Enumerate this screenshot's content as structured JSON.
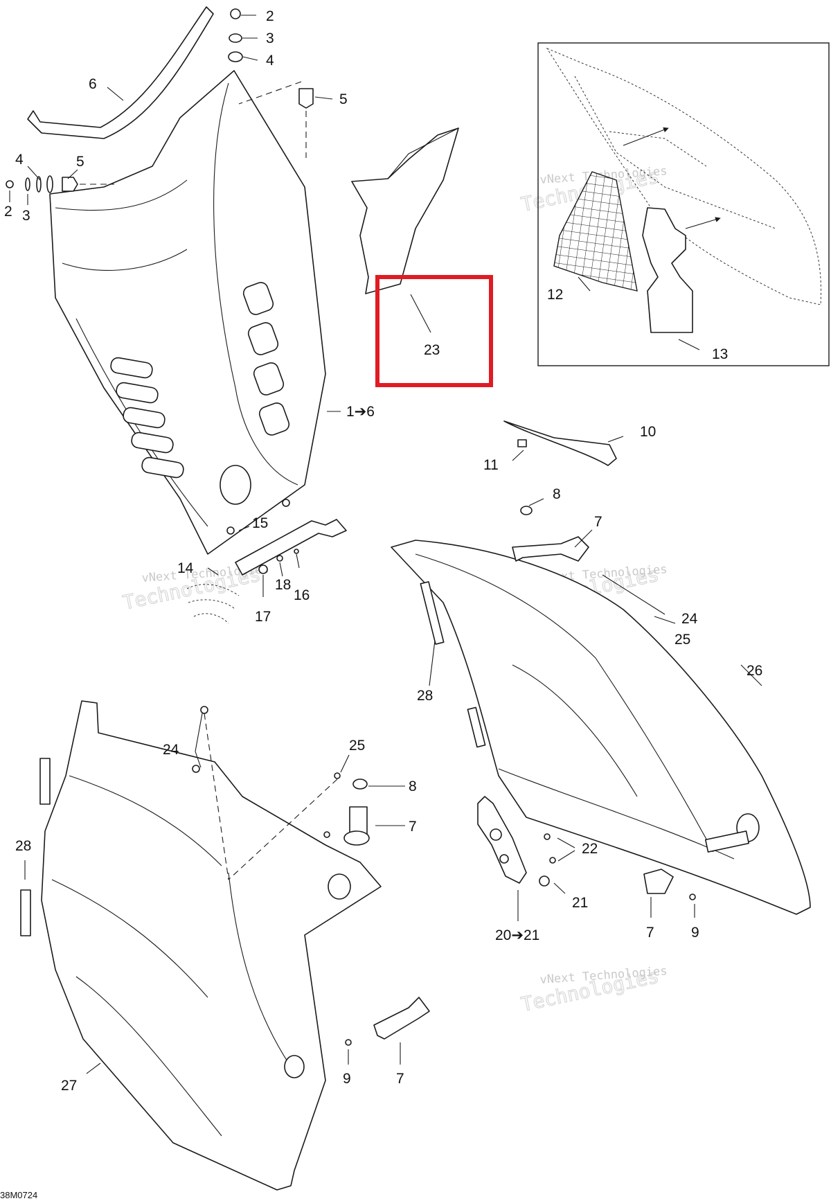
{
  "diagram": {
    "drawing_code": "38M0724",
    "watermark_lines": [
      "vNext Technologies",
      "Technologies",
      "vNext"
    ],
    "highlight_color": "#e01b24",
    "callouts": [
      {
        "id": "c2a",
        "text": "2"
      },
      {
        "id": "c3a",
        "text": "3"
      },
      {
        "id": "c4a",
        "text": "4"
      },
      {
        "id": "c5a",
        "text": "5"
      },
      {
        "id": "c6",
        "text": "6"
      },
      {
        "id": "c4b",
        "text": "4"
      },
      {
        "id": "c5b",
        "text": "5"
      },
      {
        "id": "c2b",
        "text": "2"
      },
      {
        "id": "c3b",
        "text": "3"
      },
      {
        "id": "c23",
        "text": "23"
      },
      {
        "id": "c12",
        "text": "12"
      },
      {
        "id": "c13",
        "text": "13"
      },
      {
        "id": "c1to6",
        "text": "1➔6"
      },
      {
        "id": "c10",
        "text": "10"
      },
      {
        "id": "c11",
        "text": "11"
      },
      {
        "id": "c8a",
        "text": "8"
      },
      {
        "id": "c7a",
        "text": "7"
      },
      {
        "id": "c15",
        "text": "15"
      },
      {
        "id": "c14",
        "text": "14"
      },
      {
        "id": "c17",
        "text": "17"
      },
      {
        "id": "c18",
        "text": "18"
      },
      {
        "id": "c16",
        "text": "16"
      },
      {
        "id": "c24a",
        "text": "24"
      },
      {
        "id": "c25a",
        "text": "25"
      },
      {
        "id": "c26",
        "text": "26"
      },
      {
        "id": "c28a",
        "text": "28"
      },
      {
        "id": "c24b",
        "text": "24"
      },
      {
        "id": "c25b",
        "text": "25"
      },
      {
        "id": "c8b",
        "text": "8"
      },
      {
        "id": "c7b",
        "text": "7"
      },
      {
        "id": "c28b",
        "text": "28"
      },
      {
        "id": "c22",
        "text": "22"
      },
      {
        "id": "c21",
        "text": "21"
      },
      {
        "id": "c20to21",
        "text": "20➔21"
      },
      {
        "id": "c7c",
        "text": "7"
      },
      {
        "id": "c9a",
        "text": "9"
      },
      {
        "id": "c27",
        "text": "27"
      },
      {
        "id": "c9b",
        "text": "9"
      },
      {
        "id": "c7d",
        "text": "7"
      }
    ]
  }
}
